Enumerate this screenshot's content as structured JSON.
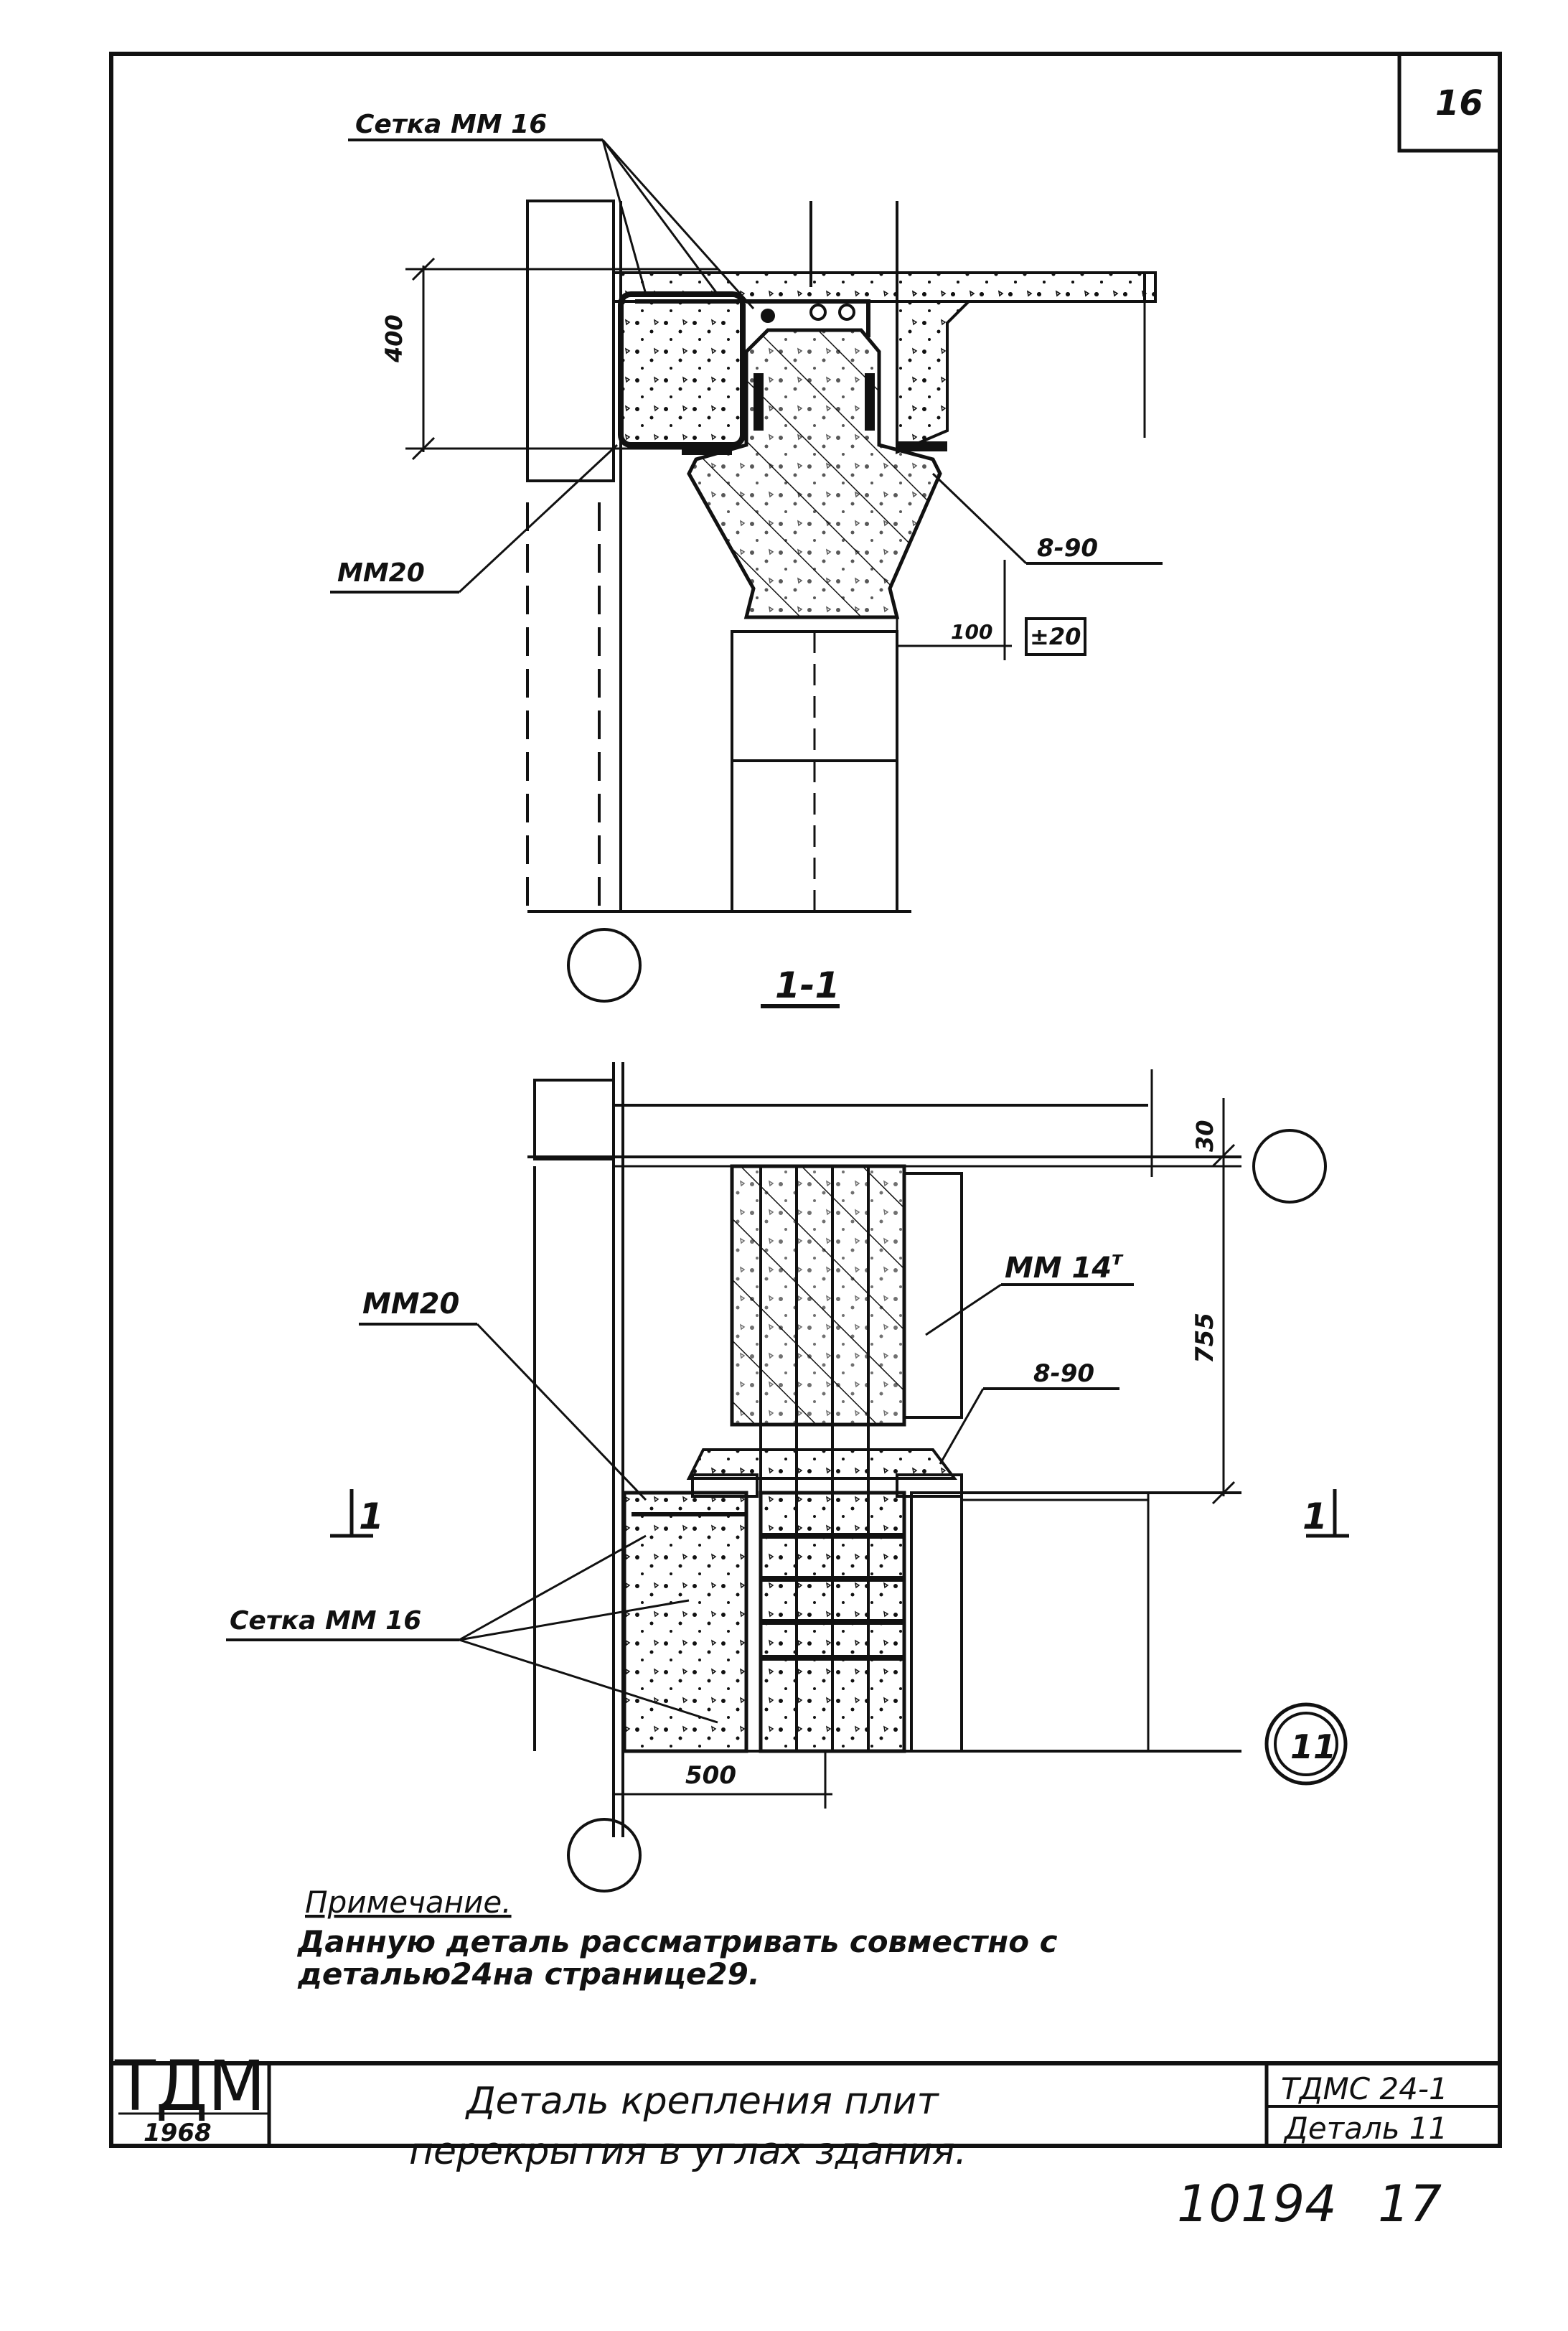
{
  "sheet_number": "16",
  "section_top": {
    "labels": {
      "mesh": "Сетка ММ 16",
      "mm20": "ММ20",
      "weld": "8-90",
      "dim_height": "400",
      "dim_100": "100",
      "dim_boxed": "±20",
      "section_title": "1-1"
    }
  },
  "plan_bottom": {
    "labels": {
      "mm20": "ММ20",
      "mm14": "ММ 14",
      "mm14_sup": "т",
      "weld": "8-90",
      "dim_30": "30",
      "dim_755": "755",
      "dim_500": "500",
      "mesh": "Сетка ММ 16",
      "cut_left": "1",
      "cut_right": "1",
      "detail_number": "11"
    }
  },
  "note": {
    "heading": "Примечание.",
    "line1": "Данную деталь рассматривать совместно с",
    "line2": "деталью24на странице29."
  },
  "title_block": {
    "logo": "ТДМ",
    "year": "1968",
    "title_line1": "Деталь крепления плит",
    "title_line2": "перекрытия в углах здания.",
    "code": "ТДМС 24-1",
    "detail": "Деталь 11"
  },
  "footer": {
    "archive_number": "10194",
    "page": "17"
  }
}
